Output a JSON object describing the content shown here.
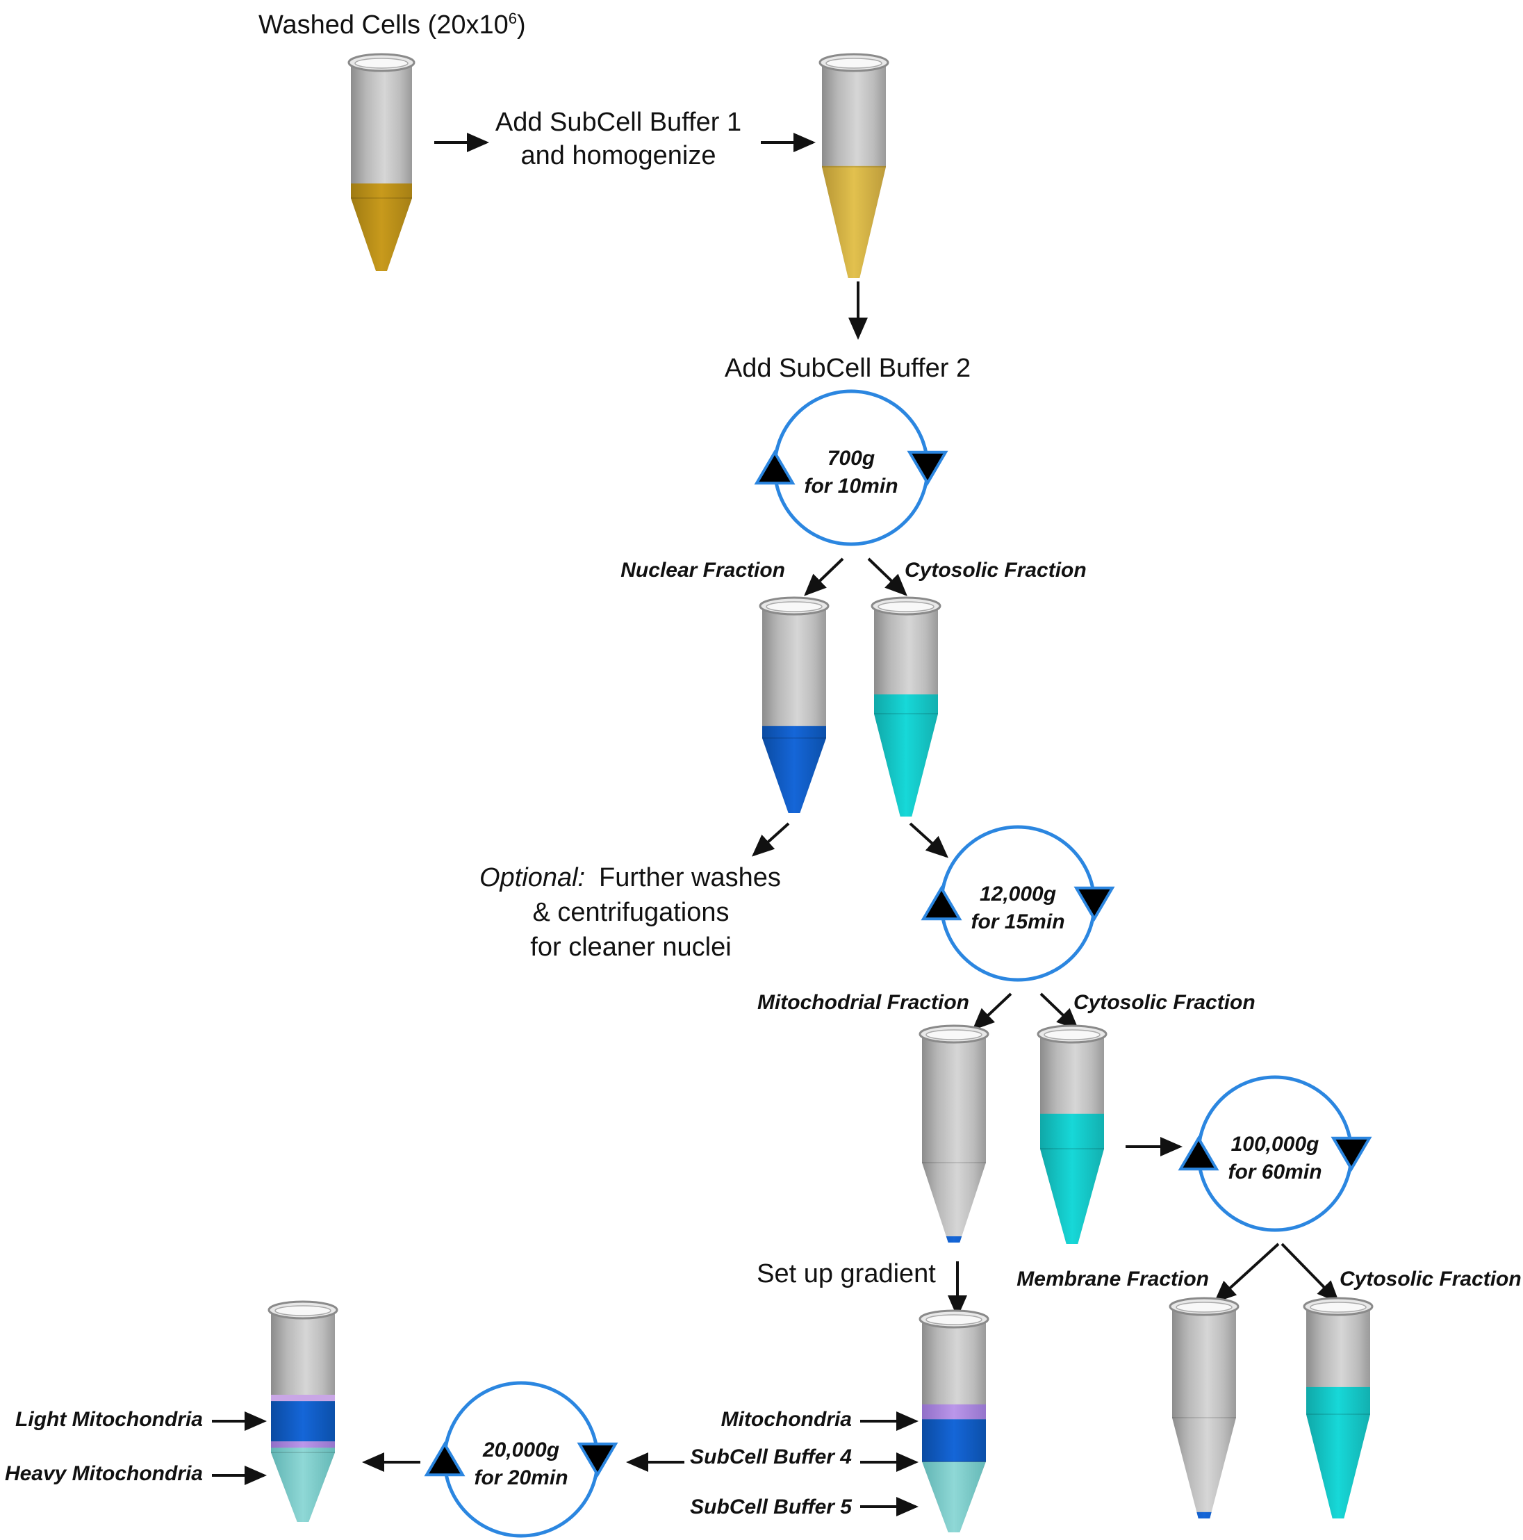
{
  "steps": {
    "washed_cells": "Washed Cells (20x10",
    "washed_cells_exp": "6",
    "washed_cells_close": ")",
    "add_buffer1_line1": "Add SubCell Buffer 1",
    "add_buffer1_line2": "and homogenize",
    "add_buffer2": "Add SubCell Buffer 2",
    "optional_label": "Optional:",
    "optional_line1": "Further washes",
    "optional_line2": "& centrifugations",
    "optional_line3": "for cleaner nuclei",
    "set_up_gradient": "Set up gradient"
  },
  "centrifugations": [
    {
      "speed": "700g",
      "time": "for 10min"
    },
    {
      "speed": "12,000g",
      "time": "for 15min"
    },
    {
      "speed": "100,000g",
      "time": "for 60min"
    },
    {
      "speed": "20,000g",
      "time": "for 20min"
    }
  ],
  "fractions": {
    "nuclear": "Nuclear Fraction",
    "cytosolic": "Cytosolic Fraction",
    "mitochondrial": "Mitochodrial Fraction",
    "membrane": "Membrane Fraction"
  },
  "gradient_layers": {
    "mitochondria": "Mitochondria",
    "buffer4": "SubCell Buffer 4",
    "buffer5": "SubCell Buffer 5"
  },
  "results": {
    "light": "Light Mitochondria",
    "heavy": "Heavy Mitochondria"
  },
  "colors": {
    "cell_pellet": "#c89a1c",
    "homogenate": "#e2c14e",
    "nuclear_pellet": "#0a55b8",
    "cytosol": "#17d2d2",
    "mito_band": "#b08ae0",
    "buffer4": "#1560d6",
    "buffer5": "#7fd0cf",
    "cycle_ring": "#2b86e0"
  }
}
